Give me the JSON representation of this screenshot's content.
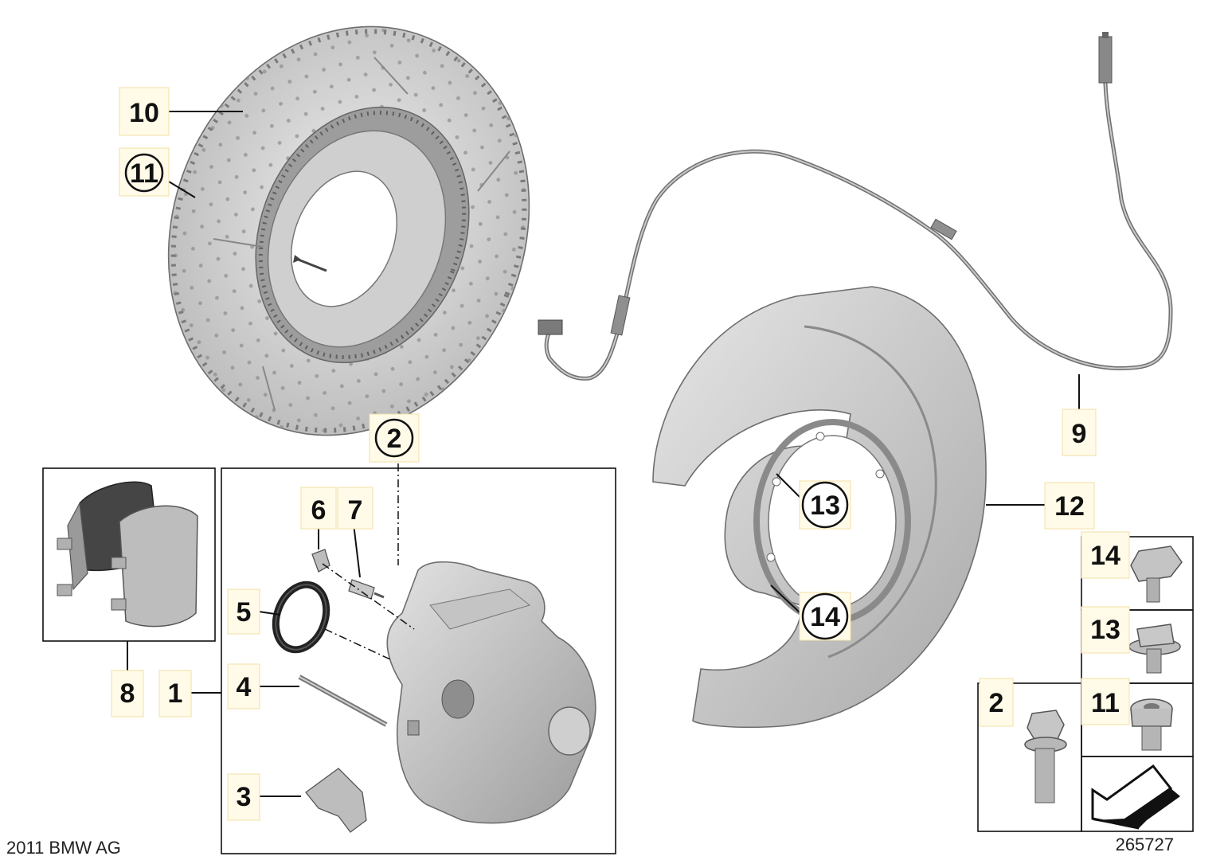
{
  "callouts": {
    "c10": "10",
    "c11": "11",
    "c2": "2",
    "c6": "6",
    "c7": "7",
    "c5": "5",
    "c4": "4",
    "c1": "1",
    "c8": "8",
    "c3": "3",
    "c9": "9",
    "c12": "12",
    "c13": "13",
    "c14": "14",
    "box14": "14",
    "box13": "13",
    "box11": "11",
    "box2": "2"
  },
  "footer": {
    "copyright": "2011 BMW AG",
    "diagram_number": "265727"
  },
  "colors": {
    "ink": "#111111",
    "metal_light": "#d8d8d8",
    "metal_mid": "#b5b5b5",
    "metal_dark": "#8a8a8a",
    "pad_friction": "#3a3a3a",
    "label_highlight": "#fffbe8"
  }
}
